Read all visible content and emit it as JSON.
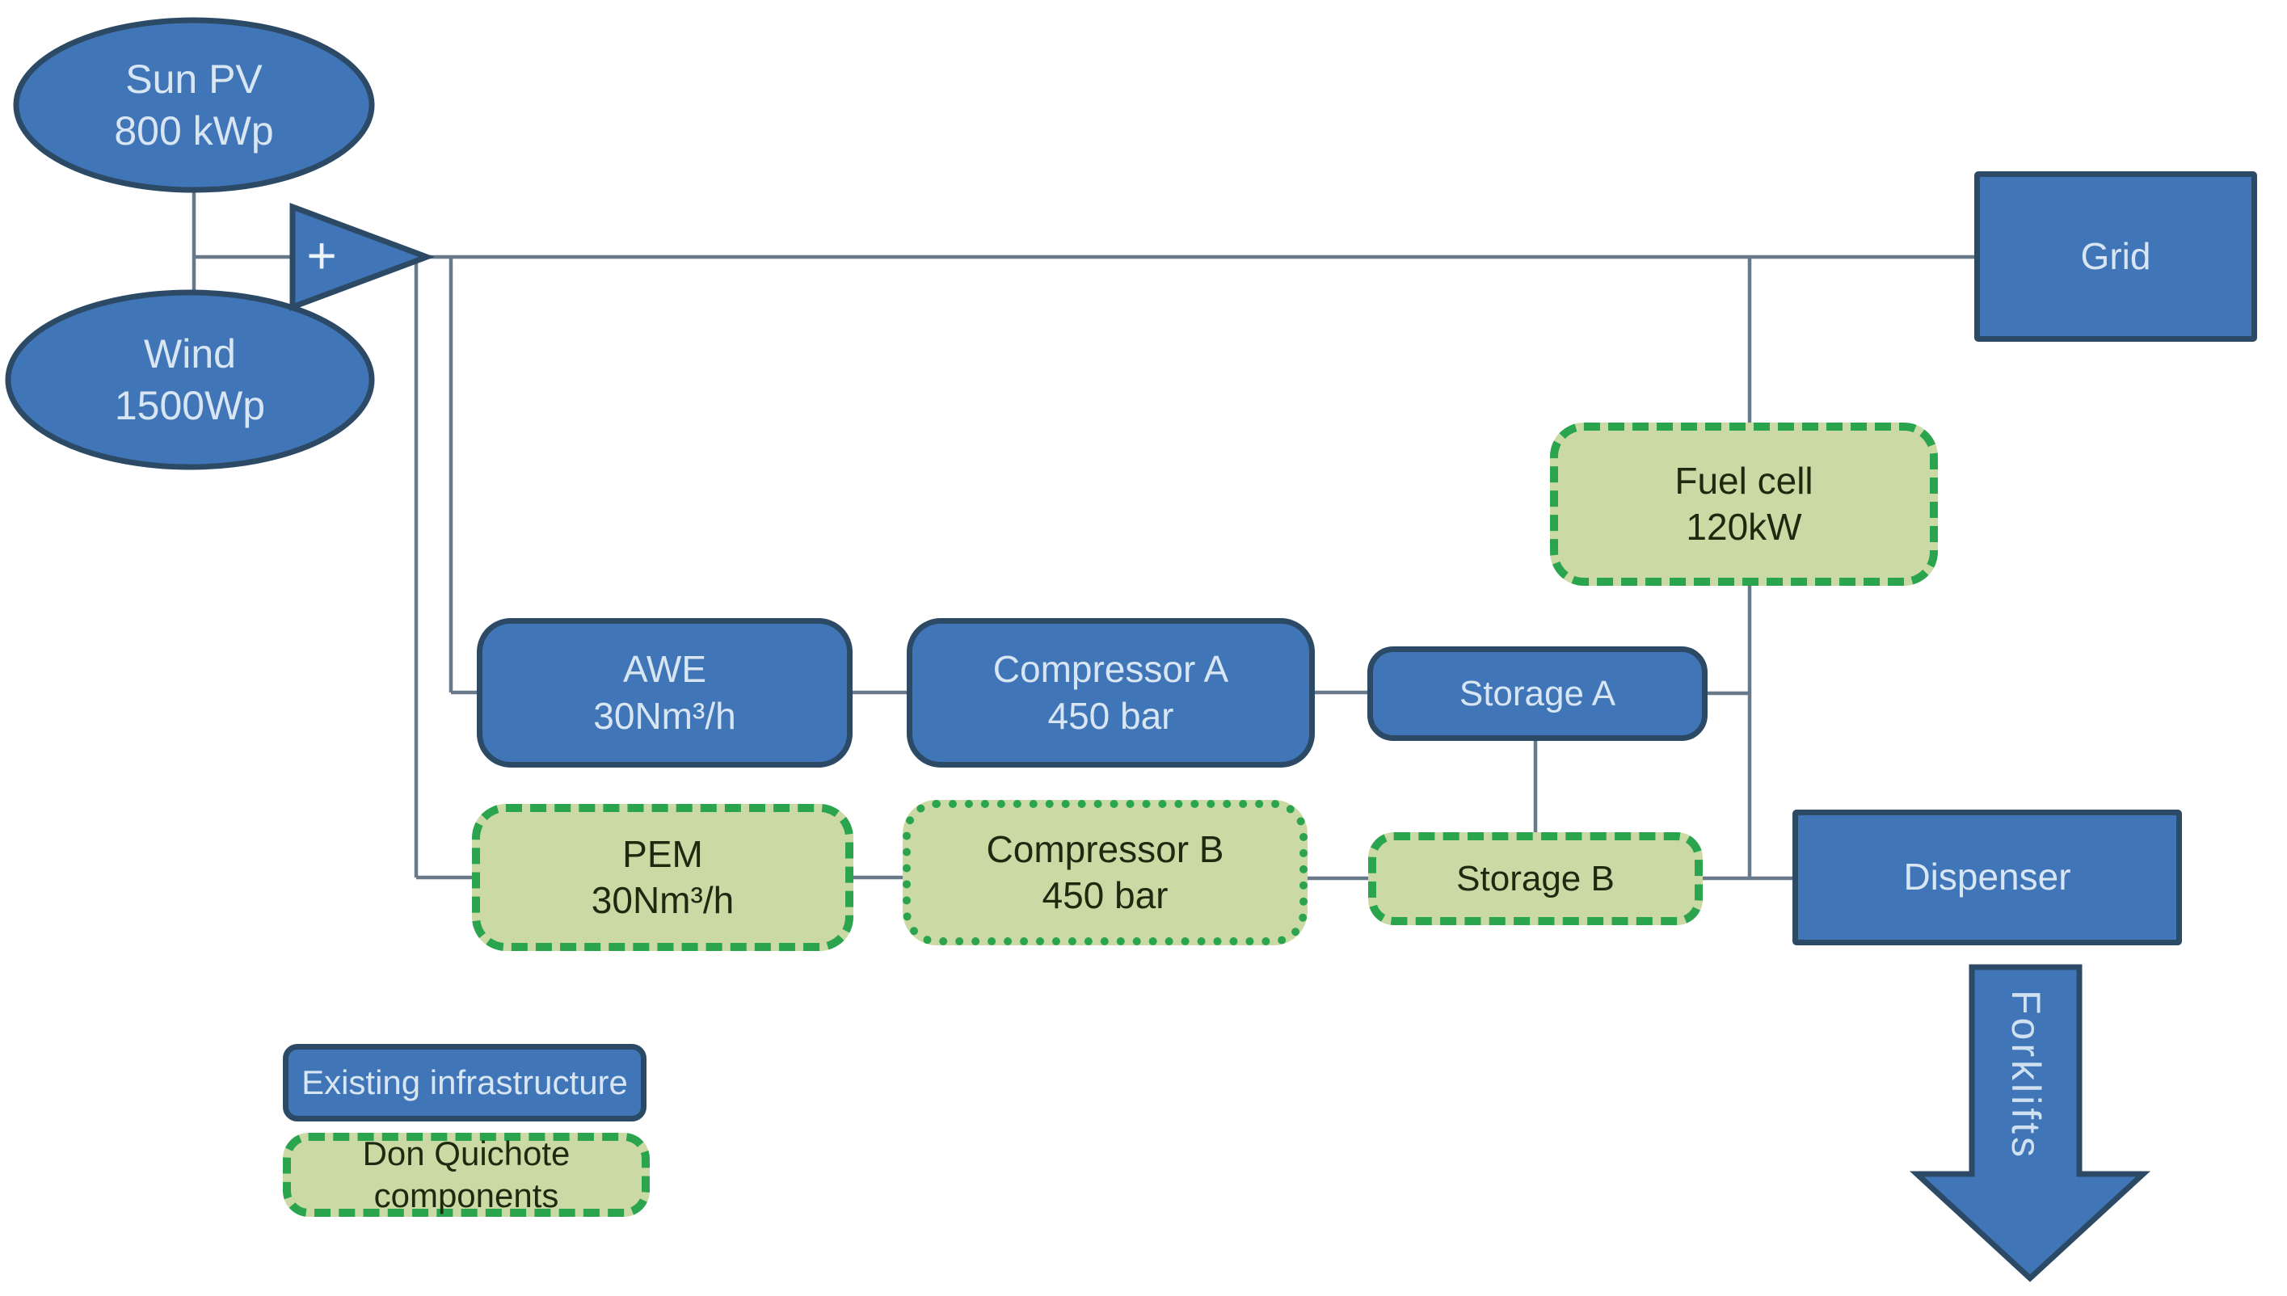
{
  "colors": {
    "background": "#ffffff",
    "blue_fill": "#4076b7",
    "blue_border": "#2c4a66",
    "green_fill": "#cbd9a4",
    "green_border": "#2aa44f",
    "connector": "#68798a",
    "light_text": "#d8e5f3",
    "dark_text": "#1c2b10"
  },
  "nodes": {
    "sun_pv": {
      "line1": "Sun PV",
      "line2": "800 kWp"
    },
    "wind": {
      "line1": "Wind",
      "line2": "1500Wp"
    },
    "plus_sign": "+",
    "grid": {
      "label": "Grid"
    },
    "fuel_cell": {
      "line1": "Fuel cell",
      "line2": "120kW"
    },
    "awe": {
      "line1": "AWE",
      "line2": "30Nm³/h"
    },
    "compressor_a": {
      "line1": "Compressor A",
      "line2": "450 bar"
    },
    "storage_a": {
      "label": "Storage A"
    },
    "pem": {
      "line1": "PEM",
      "line2": "30Nm³/h"
    },
    "compressor_b": {
      "line1": "Compressor B",
      "line2": "450 bar"
    },
    "storage_b": {
      "label": "Storage B"
    },
    "dispenser": {
      "label": "Dispenser"
    },
    "forklifts": {
      "label": "Forklifts"
    }
  },
  "legend": {
    "existing_infrastructure": "Existing infrastructure",
    "don_quichote_components": "Don Quichote components"
  }
}
